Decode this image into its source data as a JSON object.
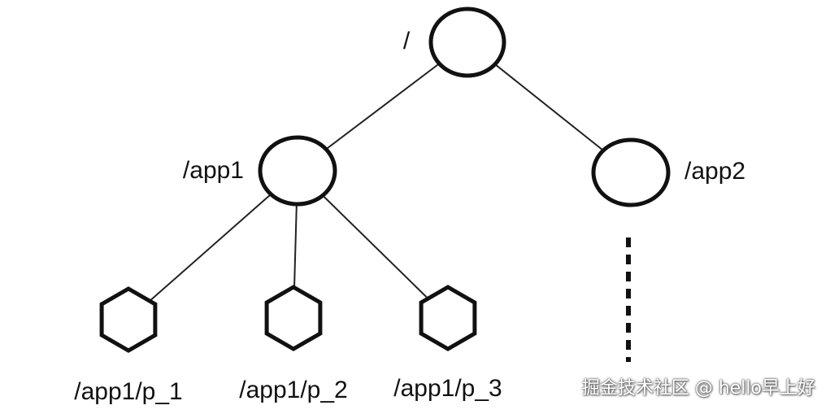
{
  "diagram": {
    "nodes": [
      {
        "id": "root",
        "label": "/",
        "shape": "circle"
      },
      {
        "id": "app1",
        "label": "/app1",
        "shape": "circle"
      },
      {
        "id": "app2",
        "label": "/app2",
        "shape": "circle"
      },
      {
        "id": "p1",
        "label": "/app1/p_1",
        "shape": "hexagon"
      },
      {
        "id": "p2",
        "label": "/app1/p_2",
        "shape": "hexagon"
      },
      {
        "id": "p3",
        "label": "/app1/p_3",
        "shape": "hexagon"
      }
    ],
    "edges": [
      {
        "from": "root",
        "to": "app1"
      },
      {
        "from": "root",
        "to": "app2"
      },
      {
        "from": "app1",
        "to": "p1"
      },
      {
        "from": "app1",
        "to": "p2"
      },
      {
        "from": "app1",
        "to": "p3"
      }
    ],
    "continuation": {
      "from": "app2",
      "style": "dotted"
    }
  },
  "watermark": "掘金技术社区 @ hello早上好"
}
